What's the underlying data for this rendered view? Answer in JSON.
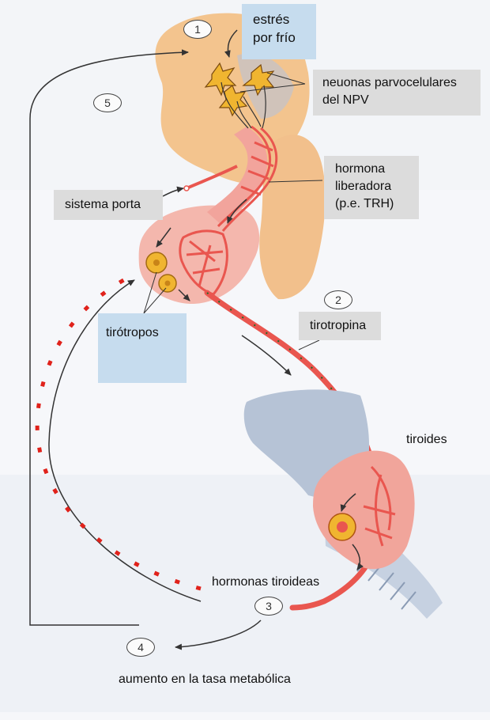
{
  "labels": {
    "cold_stress": "estrés\npor frío",
    "parvocellular": "neuonas parvocelulares\ndel NPV",
    "releasing_hormone": "hormona\nliberadora\n(p.e. TRH)",
    "portal_system": "sistema porta",
    "thyrotropes": "tirótropos",
    "thyrotropin": "tirotropina",
    "thyroid": "tiroides",
    "thyroid_hormones": "hormonas tiroideas",
    "metabolic_rate": "aumento en la tasa metabólica"
  },
  "steps": [
    "1",
    "2",
    "3",
    "4",
    "5"
  ],
  "colors": {
    "vessel": "#e9564f",
    "brain": "#f3c48e",
    "pituitary": "#f4b7ad",
    "trachea": "#b6c3d6",
    "hormone_dot": "#e0221b",
    "arrow": "#333333",
    "label_box": "#dcdcdc",
    "label_box_blue": "#c6dcee"
  }
}
